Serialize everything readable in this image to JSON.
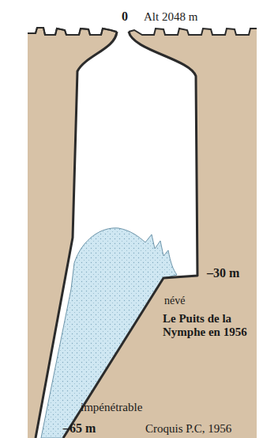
{
  "diagram": {
    "title": "Le Puits de la Nymphe en 1956",
    "caption": "Croquis P.C, 1956",
    "labels": [
      "0",
      "Alt 2048 m",
      "–30 m",
      "névé",
      "impénétrable",
      "–65 m"
    ]
  }
}
